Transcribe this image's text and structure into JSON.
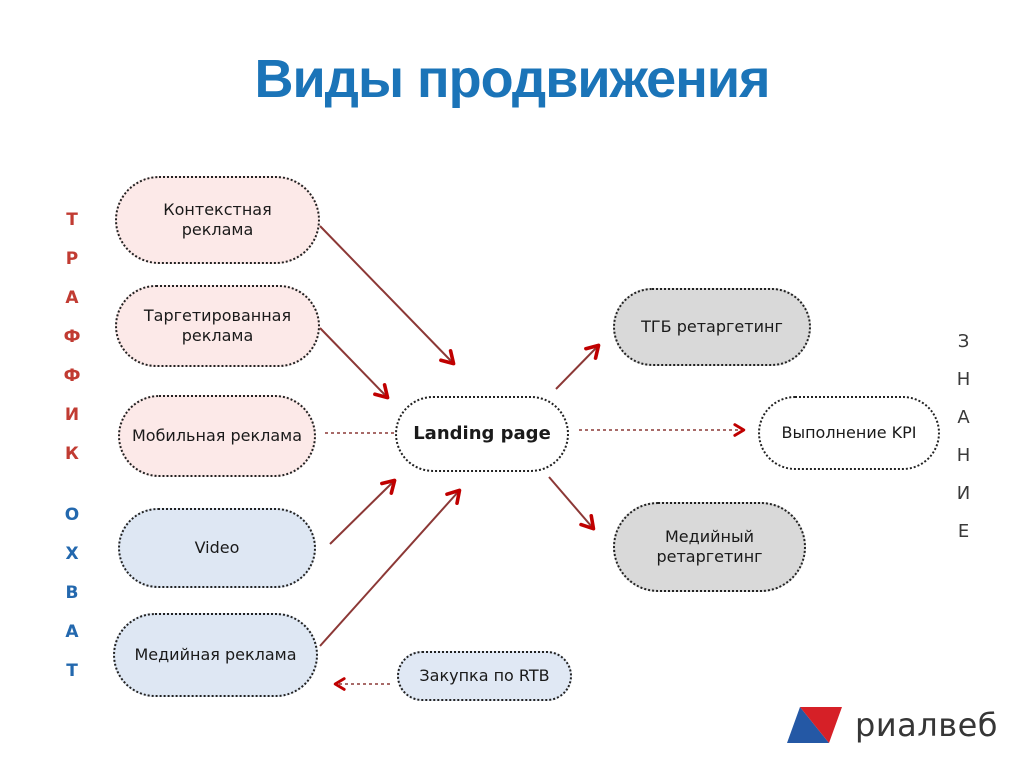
{
  "title": {
    "text": "Виды продвижения",
    "color": "#1B74B8"
  },
  "side_labels": {
    "traffic": {
      "text": "ТРАФФИК",
      "color": "#C13B32"
    },
    "reach": {
      "text": "ОХВАТ",
      "color": "#2368AE"
    },
    "knowledge": {
      "text": "ЗНАНИЕ",
      "color": "#3A3A3A"
    }
  },
  "nodes": {
    "contextual_ads": {
      "label": "Контекстная\nреклама",
      "fill": "#FCE9E8"
    },
    "targeted_ads": {
      "label": "Таргетированная\nреклама",
      "fill": "#FCE9E8"
    },
    "mobile_ads": {
      "label": "Мобильная реклама",
      "fill": "#FCE9E8"
    },
    "video": {
      "label": "Video",
      "fill": "#DEE7F3"
    },
    "media_ads": {
      "label": "Медийная реклама",
      "fill": "#DEE7F3"
    },
    "landing_page": {
      "label": "Landing page",
      "fill": "#FFFFFF"
    },
    "tgb_retargeting": {
      "label": "ТГБ ретаргетинг",
      "fill": "#D9D9D9"
    },
    "kpi_fulfillment": {
      "label": "Выполнение KPI",
      "fill": "#FFFFFF"
    },
    "media_retargeting": {
      "label": "Медийный\nретаргетинг",
      "fill": "#D9D9D9"
    },
    "rtb_purchase": {
      "label": "Закупка по RTB",
      "fill": "#E0E8F4"
    }
  },
  "logo": {
    "text": "риалвеб",
    "mark_blue": "#2458A5",
    "mark_red": "#D62027"
  },
  "colors": {
    "arrow_line": "#8C3836",
    "arrow_head": "#C00000",
    "node_border": "#222222"
  }
}
